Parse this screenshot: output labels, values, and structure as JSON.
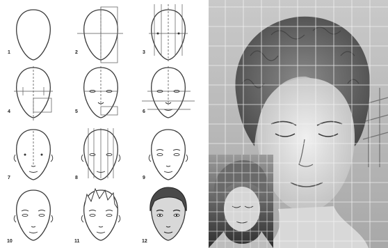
{
  "steps": [
    {
      "num": "1"
    },
    {
      "num": "2"
    },
    {
      "num": "3"
    },
    {
      "num": "4"
    },
    {
      "num": "5"
    },
    {
      "num": "6"
    },
    {
      "num": "7"
    },
    {
      "num": "8"
    },
    {
      "num": "9"
    },
    {
      "num": "10"
    },
    {
      "num": "11"
    },
    {
      "num": "12"
    }
  ],
  "colors": {
    "line": "#3a3a3a",
    "guide": "#555555",
    "sketch_bg": "#cfcfcf",
    "grid": "#ffffff",
    "hair_dark": "#4a4a4a"
  },
  "icons": [
    "face-outline-icon",
    "grid-icon",
    "pencil-sketch-icon",
    "reference-photo-icon"
  ]
}
